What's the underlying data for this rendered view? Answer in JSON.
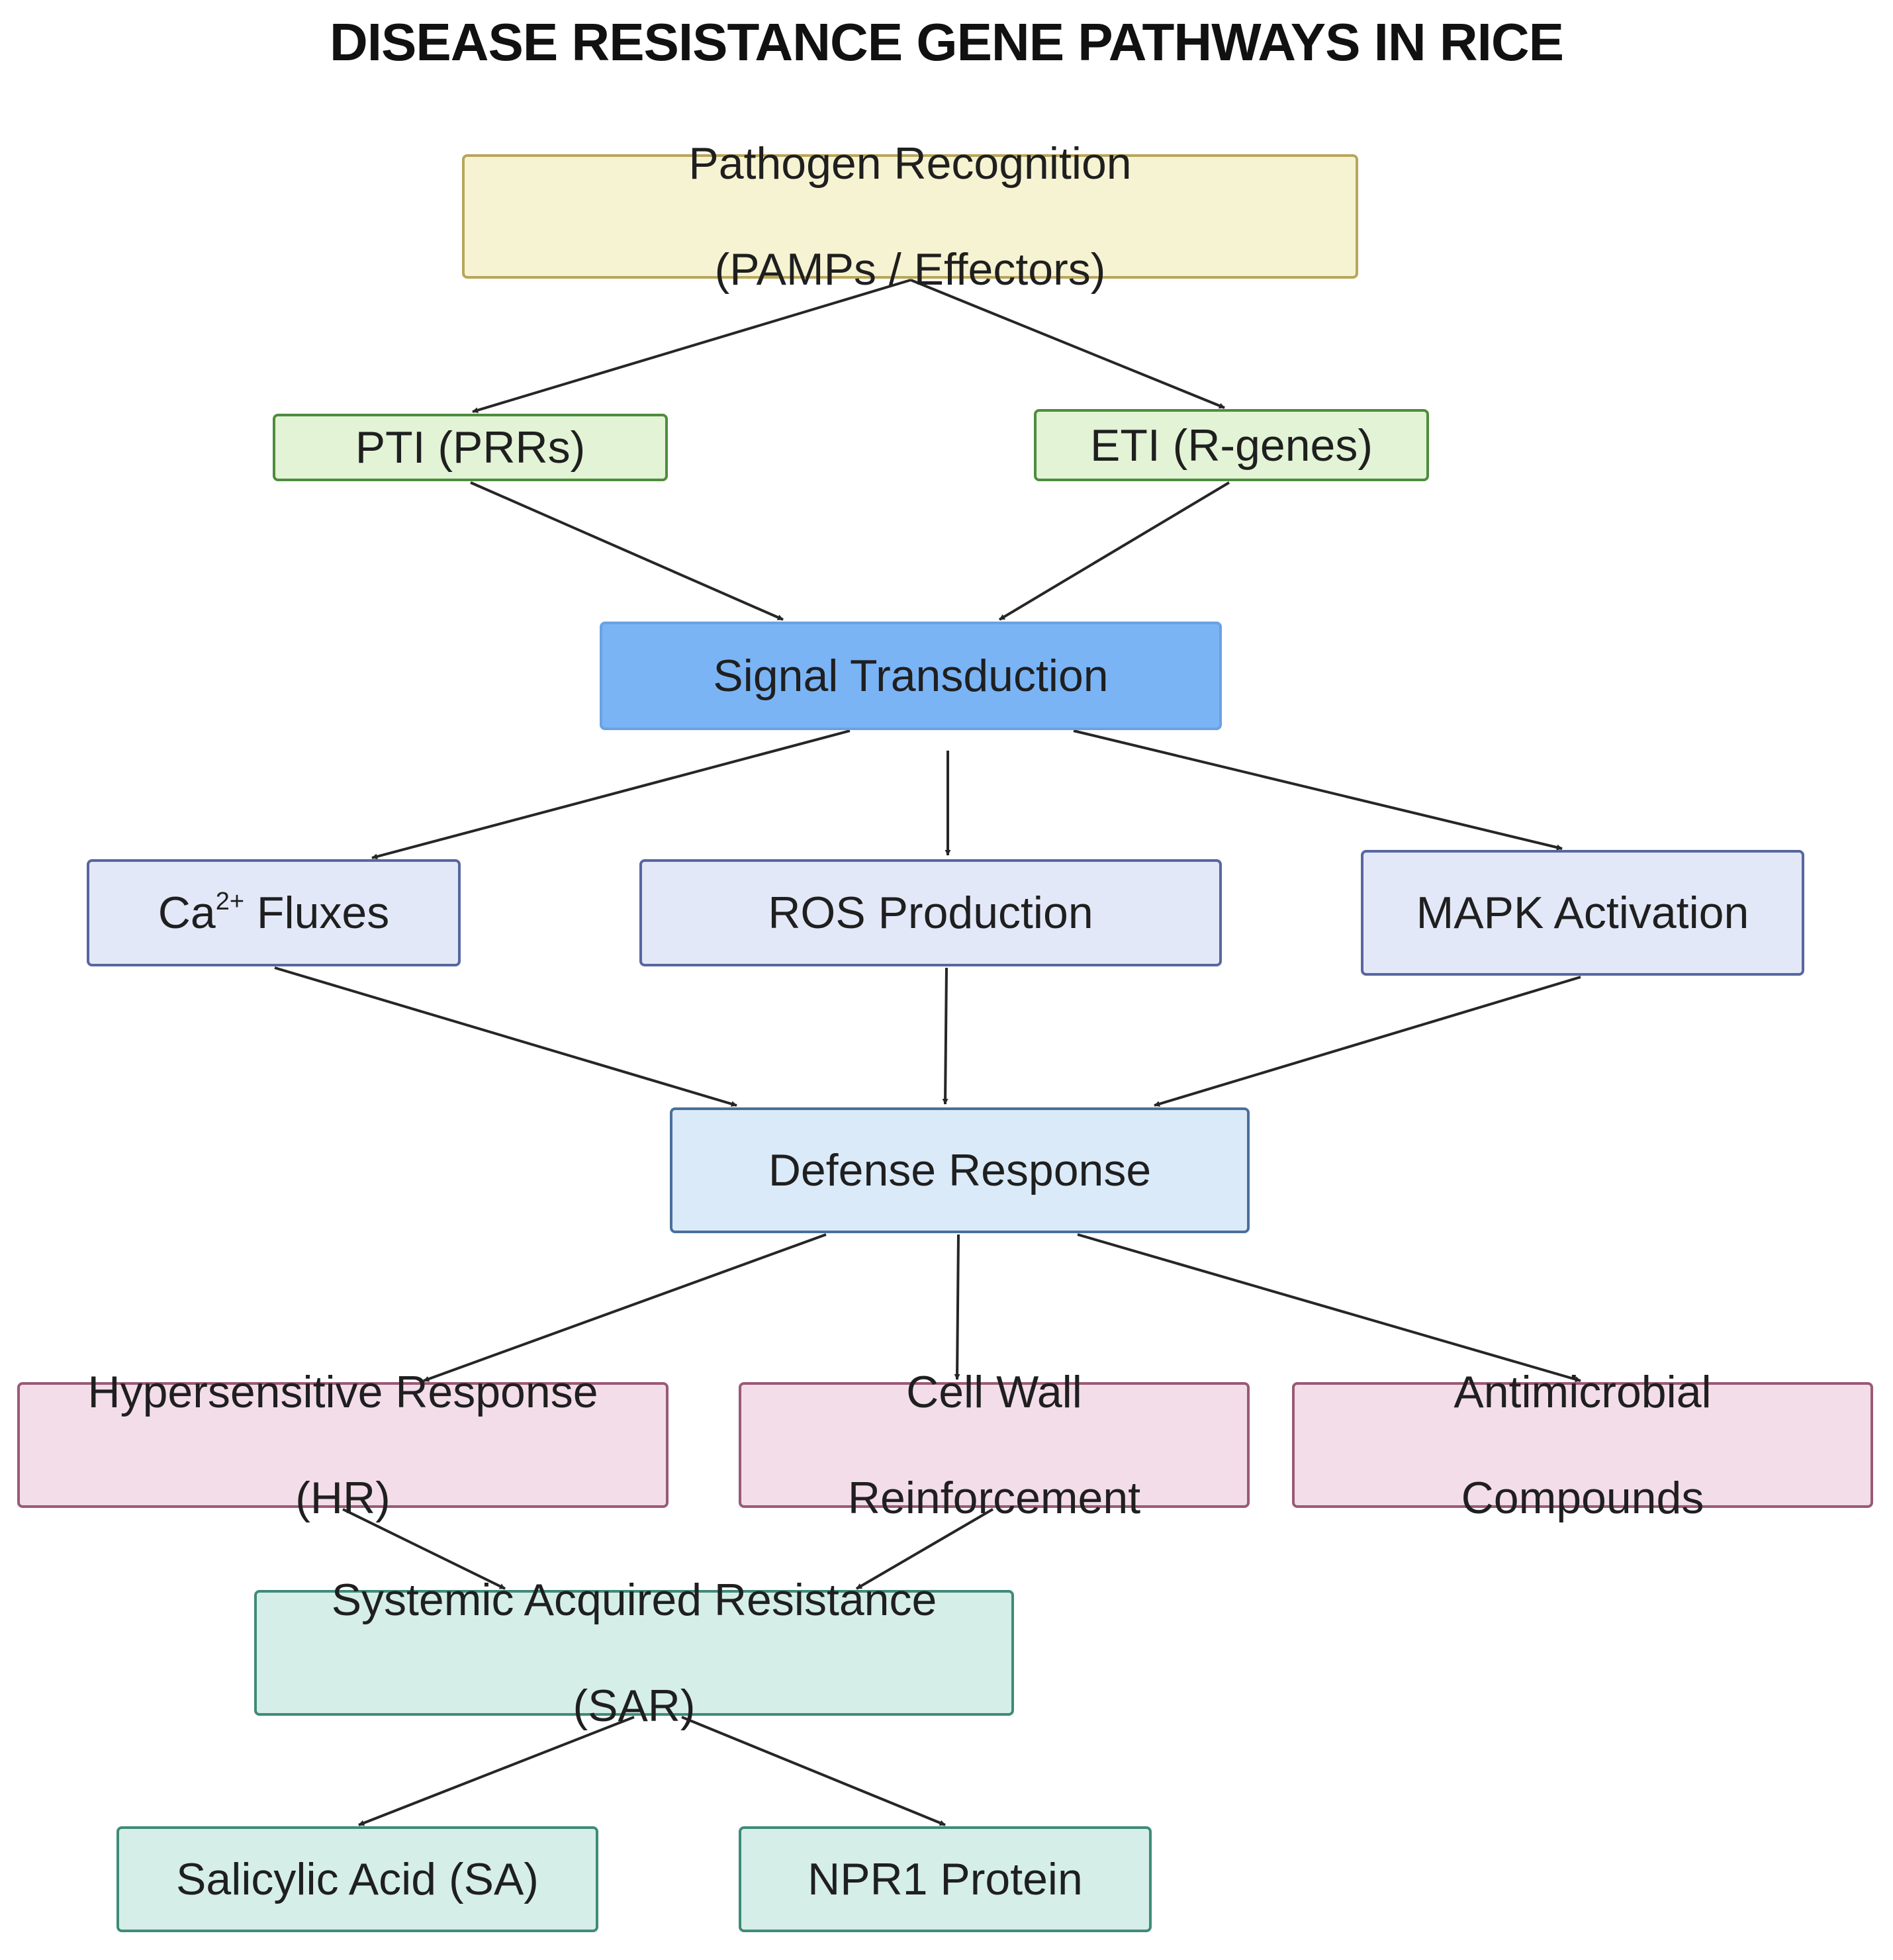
{
  "title": "DISEASE RESISTANCE GENE PATHWAYS IN RICE",
  "nodes": {
    "pathogen": {
      "line1": "Pathogen Recognition",
      "line2": "(PAMPs / Effectors)"
    },
    "pti": {
      "label": "PTI (PRRs)"
    },
    "eti": {
      "label": "ETI (R-genes)"
    },
    "signal": {
      "label": "Signal Transduction"
    },
    "ca": {
      "prefix": "Ca",
      "sup": "2+",
      "suffix": " Fluxes"
    },
    "ros": {
      "label": "ROS Production"
    },
    "mapk": {
      "label": "MAPK Activation"
    },
    "defense": {
      "label": "Defense Response"
    },
    "hr": {
      "line1": "Hypersensitive Response",
      "line2": "(HR)"
    },
    "cellwall": {
      "line1": "Cell Wall",
      "line2": "Reinforcement"
    },
    "antimicrobial": {
      "line1": "Antimicrobial",
      "line2": "Compounds"
    },
    "sar": {
      "line1": "Systemic Acquired Resistance",
      "line2": "(SAR)"
    },
    "sa": {
      "label": "Salicylic Acid (SA)"
    },
    "npr1": {
      "label": "NPR1 Protein"
    }
  },
  "colors": {
    "pathogen": "#f6f3d2",
    "pti_eti": "#e2f3d6",
    "signal": "#7ab4f5",
    "second_messengers": "#e3e8f8",
    "defense": "#dbeaf8",
    "outputs": "#f3dde8",
    "sar": "#d5eee8",
    "arrow": "#262626"
  },
  "edges": [
    [
      "pathogen",
      "pti"
    ],
    [
      "pathogen",
      "eti"
    ],
    [
      "pti",
      "signal"
    ],
    [
      "eti",
      "signal"
    ],
    [
      "signal",
      "ca"
    ],
    [
      "signal",
      "ros"
    ],
    [
      "signal",
      "mapk"
    ],
    [
      "ca",
      "defense"
    ],
    [
      "ros",
      "defense"
    ],
    [
      "mapk",
      "defense"
    ],
    [
      "defense",
      "hr"
    ],
    [
      "defense",
      "cellwall"
    ],
    [
      "defense",
      "antimicrobial"
    ],
    [
      "hr",
      "sar"
    ],
    [
      "cellwall",
      "sar"
    ],
    [
      "sar",
      "sa"
    ],
    [
      "sar",
      "npr1"
    ]
  ]
}
